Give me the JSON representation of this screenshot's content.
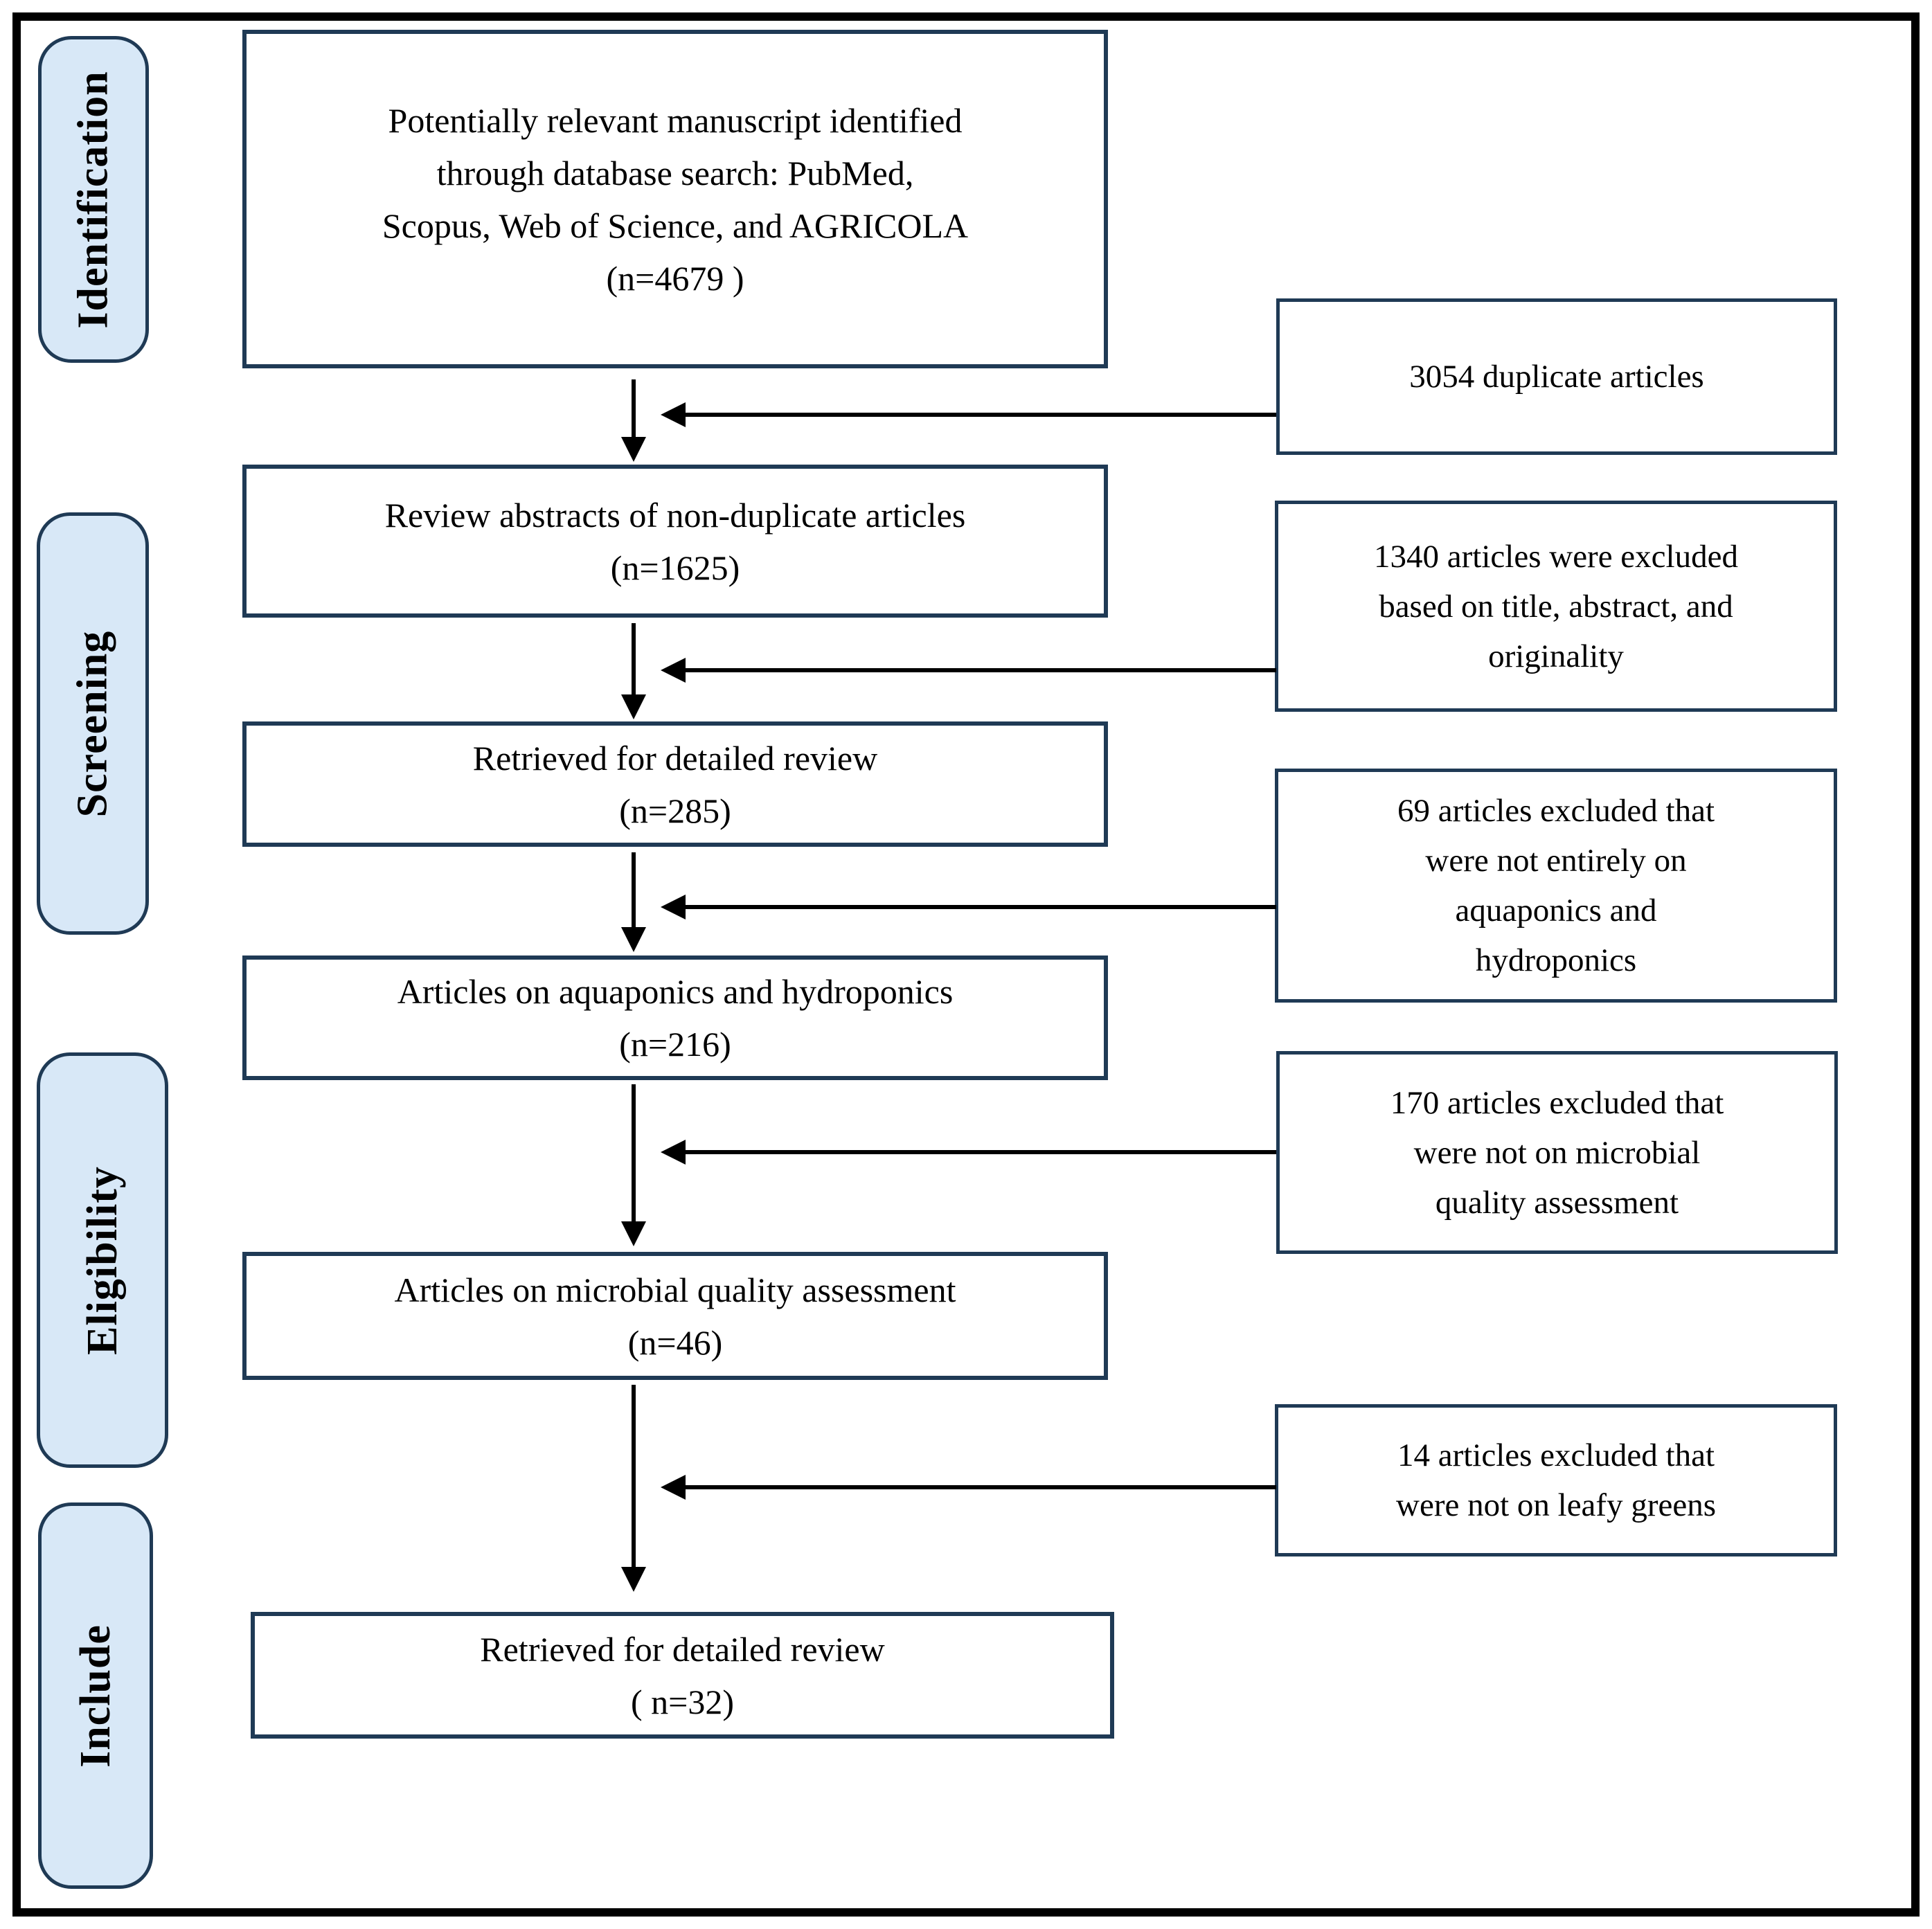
{
  "figure": {
    "stages": [
      {
        "label": "Identification"
      },
      {
        "label": "Screening"
      },
      {
        "label": "Eligibility"
      },
      {
        "label": "Include"
      }
    ],
    "main_boxes": [
      {
        "lines": [
          "Potentially relevant manuscript identified",
          "through database search: PubMed,",
          "Scopus, Web of Science, and AGRICOLA",
          "(n=4679 )"
        ]
      },
      {
        "lines": [
          "Review abstracts of non-duplicate articles",
          "(n=1625)"
        ]
      },
      {
        "lines": [
          "Retrieved for detailed review",
          "(n=285)"
        ]
      },
      {
        "lines": [
          "Articles on aquaponics and hydroponics",
          "(n=216)"
        ]
      },
      {
        "lines": [
          "Articles on microbial quality assessment",
          "(n=46)"
        ]
      },
      {
        "lines": [
          "Retrieved for detailed review",
          "( n=32)"
        ]
      }
    ],
    "exclusion_boxes": [
      {
        "lines": [
          "3054 duplicate articles"
        ]
      },
      {
        "lines": [
          "1340 articles were excluded",
          "based on title, abstract, and",
          "originality"
        ]
      },
      {
        "lines": [
          "69 articles excluded that",
          "were not entirely on",
          "aquaponics and",
          "hydroponics"
        ]
      },
      {
        "lines": [
          "170 articles excluded that",
          "were not on microbial",
          "quality assessment"
        ]
      },
      {
        "lines": [
          "14 articles excluded that",
          "were not on leafy greens"
        ]
      }
    ],
    "colors": {
      "stage_fill": "#d8e8f7",
      "box_border": "#1f3a55",
      "frame_border": "#000000"
    }
  }
}
